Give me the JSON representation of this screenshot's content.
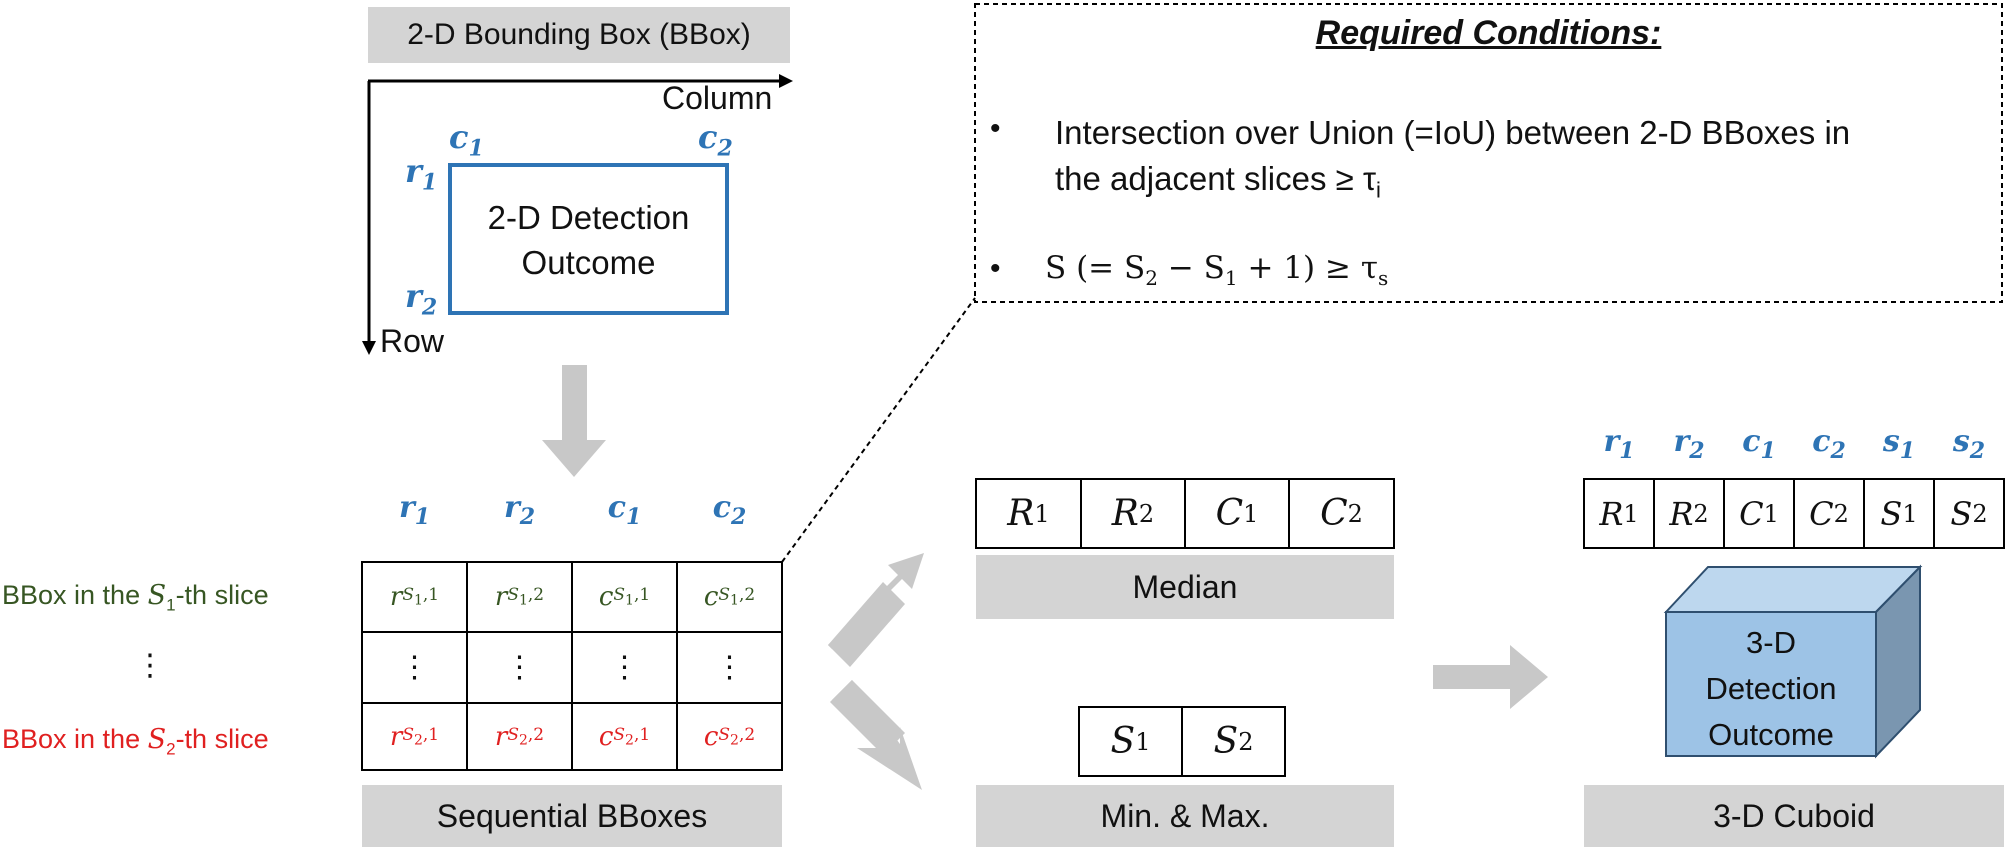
{
  "bbox_panel": {
    "title": "2-D Bounding Box (BBox)",
    "axis_column": "Column",
    "axis_row": "Row",
    "detection_line1": "2-D Detection",
    "detection_line2": "Outcome",
    "c1": "c",
    "c1_sub": "1",
    "c2": "c",
    "c2_sub": "2",
    "r1": "r",
    "r1_sub": "1",
    "r2": "r",
    "r2_sub": "2"
  },
  "conditions": {
    "title": "Required Conditions:",
    "bullet1_line1": "Intersection over Union (=IoU) between 2-D BBoxes in",
    "bullet1_line2": "the adjacent slices ≥ τ",
    "bullet1_sub": "i",
    "bullet2_a": "S (= S",
    "bullet2_sub2": "2",
    "bullet2_b": " − S",
    "bullet2_sub1": "1",
    "bullet2_c": " + 1)  ≥  τ",
    "bullet2_subs": "s",
    "bullet_char": "•"
  },
  "sequential": {
    "headers": [
      {
        "base": "r",
        "sub": "1"
      },
      {
        "base": "r",
        "sub": "2"
      },
      {
        "base": "c",
        "sub": "1"
      },
      {
        "base": "c",
        "sub": "2"
      }
    ],
    "row1_label_pre": "BBox in the ",
    "row1_label_var": "S",
    "row1_label_sub": "1",
    "row1_label_post": "-th slice",
    "row2_label": "⋮",
    "row3_label_pre": "BBox in the ",
    "row3_label_var": "S",
    "row3_label_sub": "2",
    "row3_label_post": "-th slice",
    "row1_cells": [
      {
        "base": "r",
        "s": "S",
        "ss": "1",
        "idx": ",1"
      },
      {
        "base": "r",
        "s": "S",
        "ss": "1",
        "idx": ",2"
      },
      {
        "base": "c",
        "s": "S",
        "ss": "1",
        "idx": ",1"
      },
      {
        "base": "c",
        "s": "S",
        "ss": "1",
        "idx": ",2"
      }
    ],
    "row2_cells": [
      "⋮",
      "⋮",
      "⋮",
      "⋮"
    ],
    "row3_cells": [
      {
        "base": "r",
        "s": "S",
        "ss": "2",
        "idx": ",1"
      },
      {
        "base": "r",
        "s": "S",
        "ss": "2",
        "idx": ",2"
      },
      {
        "base": "c",
        "s": "S",
        "ss": "2",
        "idx": ",1"
      },
      {
        "base": "c",
        "s": "S",
        "ss": "2",
        "idx": ",2"
      }
    ],
    "caption": "Sequential BBoxes"
  },
  "median": {
    "cells": [
      {
        "base": "R",
        "sub": "1"
      },
      {
        "base": "R",
        "sub": "2"
      },
      {
        "base": "C",
        "sub": "1"
      },
      {
        "base": "C",
        "sub": "2"
      }
    ],
    "caption": "Median"
  },
  "minmax": {
    "cells": [
      {
        "base": "S",
        "sub": "1"
      },
      {
        "base": "S",
        "sub": "2"
      }
    ],
    "caption": "Min. & Max."
  },
  "cuboid": {
    "headers": [
      {
        "base": "r",
        "sub": "1"
      },
      {
        "base": "r",
        "sub": "2"
      },
      {
        "base": "c",
        "sub": "1"
      },
      {
        "base": "c",
        "sub": "2"
      },
      {
        "base": "s",
        "sub": "1"
      },
      {
        "base": "s",
        "sub": "2"
      }
    ],
    "cells": [
      {
        "base": "R",
        "sub": "1"
      },
      {
        "base": "R",
        "sub": "2"
      },
      {
        "base": "C",
        "sub": "1"
      },
      {
        "base": "C",
        "sub": "2"
      },
      {
        "base": "S",
        "sub": "1"
      },
      {
        "base": "S",
        "sub": "2"
      }
    ],
    "label_line1": "3-D",
    "label_line2": "Detection",
    "label_line3": "Outcome",
    "caption": "3-D Cuboid"
  },
  "colors": {
    "blue": "#2e74b5",
    "green": "#375623",
    "red": "#e02020",
    "gray": "#d4d4d4",
    "cube_front": "#9dc3e6",
    "cube_top": "#bdd7ee",
    "cube_side": "#7a96b0"
  }
}
